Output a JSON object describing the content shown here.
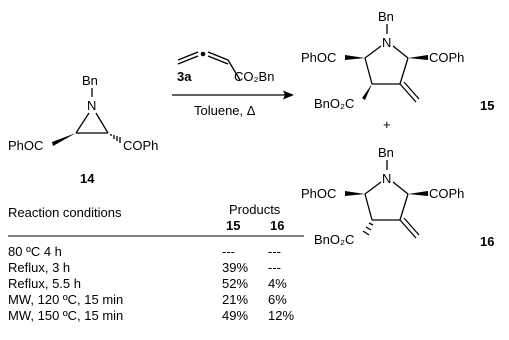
{
  "reaction": {
    "reagent_number": "3a",
    "reagent_ester": "CO₂Bn",
    "conditions": "Toluene, Δ",
    "plus": "+"
  },
  "compound_14": {
    "number": "14",
    "n_substituent": "Bn",
    "n_atom": "N",
    "left_group": "PhOC",
    "right_group": "COPh"
  },
  "compound_15": {
    "number": "15",
    "n_substituent": "Bn",
    "n_atom": "N",
    "left_group": "PhOC",
    "right_group": "COPh",
    "ester_group": "BnO₂C"
  },
  "compound_16": {
    "number": "16",
    "n_substituent": "Bn",
    "n_atom": "N",
    "left_group": "PhOC",
    "right_group": "COPh",
    "ester_group": "BnO₂C"
  },
  "table": {
    "conditions_header": "Reaction conditions",
    "products_header": "Products",
    "col_15": "15",
    "col_16": "16",
    "rows": [
      {
        "condition": "80 ºC 4 h",
        "p15": "---",
        "p16": "---"
      },
      {
        "condition": "Reflux, 3 h",
        "p15": "39%",
        "p16": "---"
      },
      {
        "condition": "Reflux, 5.5 h",
        "p15": "52%",
        "p16": "4%"
      },
      {
        "condition": "MW, 120 ºC, 15 min",
        "p15": "21%",
        "p16": "6%"
      },
      {
        "condition": "MW, 150 ºC, 15 min",
        "p15": "49%",
        "p16": "12%"
      }
    ]
  }
}
